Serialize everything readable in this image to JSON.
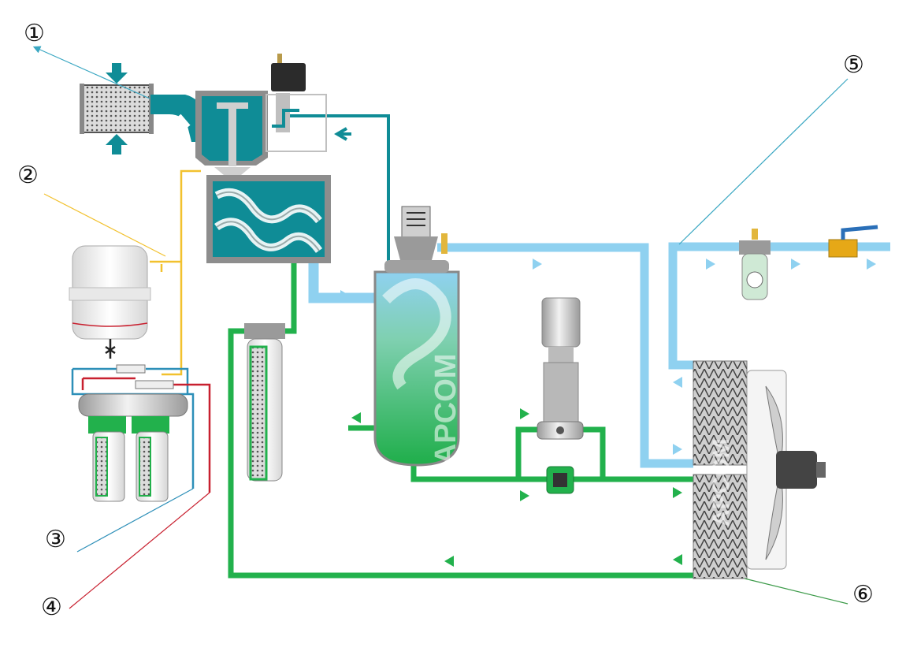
{
  "callouts": [
    {
      "id": "1",
      "label": "①"
    },
    {
      "id": "2",
      "label": "②"
    },
    {
      "id": "3",
      "label": "③"
    },
    {
      "id": "4",
      "label": "④"
    },
    {
      "id": "5",
      "label": "⑤"
    },
    {
      "id": "6",
      "label": "⑥"
    }
  ],
  "watermark": {
    "text": "APCOM"
  },
  "colors": {
    "teal": "#0f8c96",
    "air_blue": "#8fd1f0",
    "oil_green": "#22b14c",
    "oil_red": "#c8202f",
    "yellow_line": "#f2c12e",
    "callout_teal": "#3aa7c2",
    "callout_yellow": "#f2c12e",
    "callout_blue": "#2d8fb8",
    "callout_red": "#c8202f",
    "callout_green": "#3d9b4a"
  }
}
